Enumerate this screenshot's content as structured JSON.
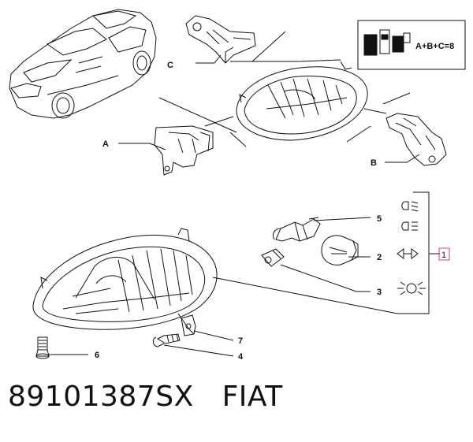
{
  "labels": {
    "a": "A",
    "b": "B",
    "c": "C",
    "kit_formula": "A+B+C=8",
    "p1": "1",
    "p2": "2",
    "p3": "3",
    "p4": "4",
    "p5": "5",
    "p6": "6",
    "p7": "7"
  },
  "footer": {
    "part_number": "89101387SX",
    "brand": "FIAT"
  },
  "icons": {
    "kit": "kit-boxes-icon",
    "low_beam": "low-beam-icon",
    "high_beam": "high-beam-icon",
    "indicator": "direction-indicator-icon",
    "parking": "parking-light-icon"
  },
  "colors": {
    "ink": "#111111",
    "ref_box": "#d04060"
  }
}
